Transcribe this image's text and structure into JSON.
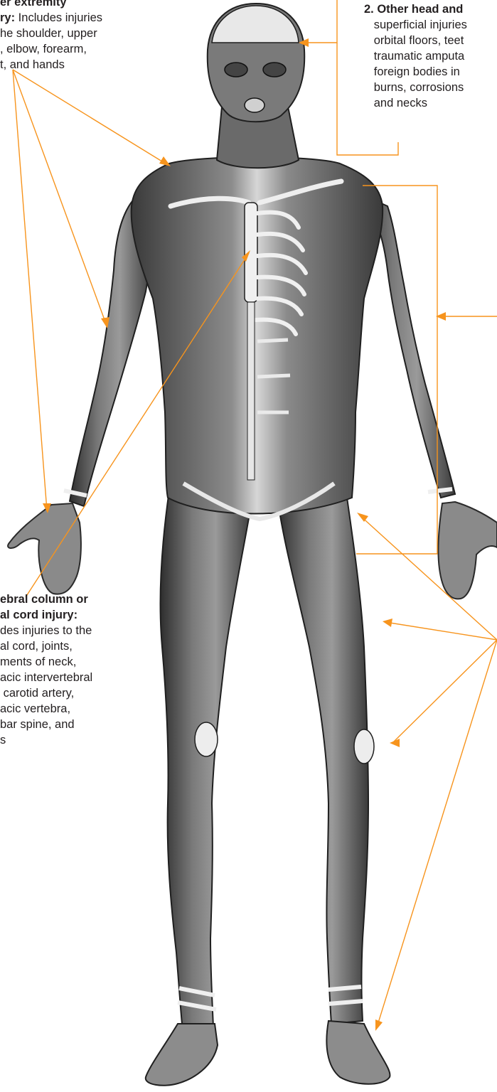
{
  "colors": {
    "leader": "#f7941d",
    "figure_dark": "#2d2d2d",
    "figure_mid": "#6e6e6e",
    "figure_light": "#c4c4c4",
    "bone": "#eeeeee"
  },
  "callouts": {
    "upper_extremity": {
      "lines": [
        {
          "bold": "er extremity",
          "rest": ""
        },
        {
          "bold": "ry:",
          "rest": " Includes injuries"
        },
        {
          "bold": "",
          "rest": "he shoulder, upper"
        },
        {
          "bold": "",
          "rest": ", elbow, forearm,"
        },
        {
          "bold": "",
          "rest": "t, and hands"
        }
      ]
    },
    "head_neck": {
      "lines": [
        {
          "bold": "2. Other head and",
          "rest": ""
        },
        {
          "bold": "",
          "rest": "   superficial injuries"
        },
        {
          "bold": "",
          "rest": "   orbital floors, teet"
        },
        {
          "bold": "",
          "rest": "   traumatic amputa"
        },
        {
          "bold": "",
          "rest": "   foreign bodies in"
        },
        {
          "bold": "",
          "rest": "   burns, corrosions"
        },
        {
          "bold": "",
          "rest": "   and necks"
        }
      ]
    },
    "spine": {
      "lines": [
        {
          "bold": "ebral column or",
          "rest": ""
        },
        {
          "bold": "al cord injury:",
          "rest": ""
        },
        {
          "bold": "",
          "rest": "des injuries to the"
        },
        {
          "bold": "",
          "rest": "al cord, joints,"
        },
        {
          "bold": "",
          "rest": "ments of neck,"
        },
        {
          "bold": "",
          "rest": "acic intervertebral"
        },
        {
          "bold": "",
          "rest": " carotid artery,"
        },
        {
          "bold": "",
          "rest": "acic vertebra,"
        },
        {
          "bold": "",
          "rest": "bar spine, and"
        },
        {
          "bold": "",
          "rest": "s"
        }
      ]
    }
  }
}
